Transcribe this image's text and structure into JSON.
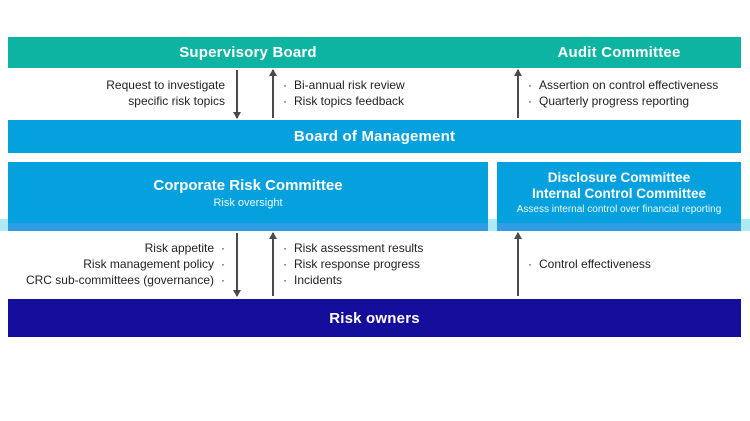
{
  "colors": {
    "teal": "#0db4a1",
    "blue": "#05a1de",
    "box_bottom_band": "#2f9de2",
    "cyan_strip": "#aeeaf6",
    "navy": "#150d9c",
    "arrow": "#4a4a4a"
  },
  "top_bar": {
    "left_label": "Supervisory Board",
    "right_label": "Audit Committee"
  },
  "upper_flows": {
    "left_note_line1": "Request to investigate",
    "left_note_line2": "specific risk topics",
    "middle_items": [
      "Bi-annual risk review",
      "Risk topics feedback"
    ],
    "right_items": [
      "Assertion on control effectiveness",
      "Quarterly progress reporting"
    ]
  },
  "management_bar": {
    "label": "Board of Management"
  },
  "committees": {
    "crc": {
      "title": "Corporate Risk Committee",
      "subtitle": "Risk oversight"
    },
    "dcic": {
      "title_line1": "Disclosure Committee",
      "title_line2": "Internal Control Committee",
      "subtitle": "Assess internal control over financial reporting"
    }
  },
  "lower_flows": {
    "left_items": [
      "Risk appetite",
      "Risk management policy",
      "CRC sub-committees (governance)"
    ],
    "middle_items": [
      "Risk assessment results",
      "Risk response progress",
      "Incidents"
    ],
    "right_items": [
      "Control effectiveness"
    ]
  },
  "risk_owners_bar": {
    "label": "Risk owners"
  }
}
